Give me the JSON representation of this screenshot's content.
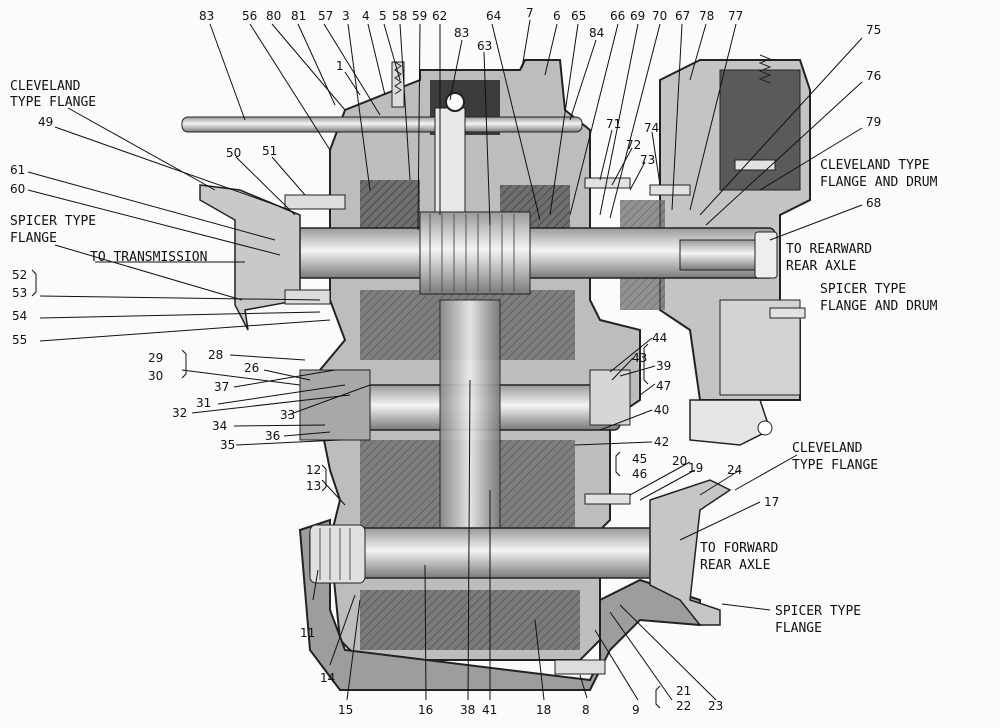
{
  "labels": {
    "cleveland_flange_left_1": "CLEVELAND",
    "cleveland_flange_left_2": "TYPE FLANGE",
    "spicer_flange_left_1": "SPICER TYPE",
    "spicer_flange_left_2": "FLANGE",
    "to_transmission": "TO TRANSMISSION",
    "cleveland_drum_1": "CLEVELAND TYPE",
    "cleveland_drum_2": "FLANGE AND DRUM",
    "to_rearward_1": "TO REARWARD",
    "to_rearward_2": "REAR AXLE",
    "spicer_drum_1": "SPICER TYPE",
    "spicer_drum_2": "FLANGE AND DRUM",
    "cleveland_flange_right_1": "CLEVELAND",
    "cleveland_flange_right_2": "TYPE FLANGE",
    "to_forward_1": "TO FORWARD",
    "to_forward_2": "REAR AXLE",
    "spicer_flange_bottom_1": "SPICER TYPE",
    "spicer_flange_bottom_2": "FLANGE"
  },
  "part_numbers": {
    "n83a": "83",
    "n56": "56",
    "n80": "80",
    "n81": "81",
    "n57": "57",
    "n3": "3",
    "n4": "4",
    "n5": "5",
    "n58": "58",
    "n59": "59",
    "n62": "62",
    "n83b": "83",
    "n63": "63",
    "n64": "64",
    "n7": "7",
    "n6": "6",
    "n65": "65",
    "n84": "84",
    "n66": "66",
    "n69": "69",
    "n70": "70",
    "n67": "67",
    "n78": "78",
    "n77": "77",
    "n1": "1",
    "n49": "49",
    "n50": "50",
    "n51": "51",
    "n61": "61",
    "n60": "60",
    "n71": "71",
    "n72": "72",
    "n73": "73",
    "n74": "74",
    "n75": "75",
    "n76": "76",
    "n79": "79",
    "n68": "68",
    "n52": "52",
    "n53": "53",
    "n54": "54",
    "n55": "55",
    "n28": "28",
    "n29": "29",
    "n30": "30",
    "n26": "26",
    "n37": "37",
    "n31": "31",
    "n32": "32",
    "n33": "33",
    "n34": "34",
    "n36": "36",
    "n35": "35",
    "n44": "44",
    "n43": "43",
    "n39": "39",
    "n47": "47",
    "n40": "40",
    "n42": "42",
    "n45": "45",
    "n46": "46",
    "n20": "20",
    "n19": "19",
    "n24": "24",
    "n12": "12",
    "n13": "13",
    "n17": "17",
    "n11": "11",
    "n14": "14",
    "n15": "15",
    "n16": "16",
    "n38": "38",
    "n41": "41",
    "n18": "18",
    "n8": "8",
    "n9": "9",
    "n21": "21",
    "n22": "22",
    "n23": "23"
  }
}
